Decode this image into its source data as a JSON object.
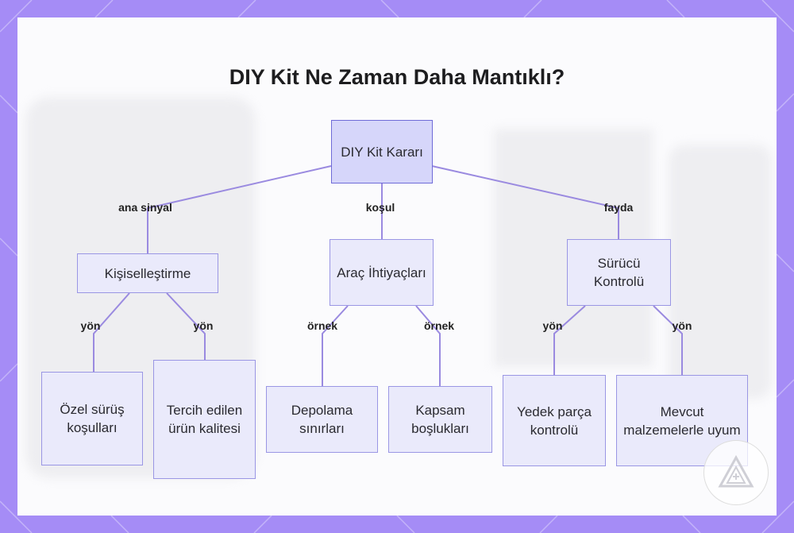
{
  "title": "DIY Kit Ne Zaman Daha Mantıklı?",
  "colors": {
    "frame": "#a58cf6",
    "node_fill": "#eaeafb",
    "node_border": "#9a96e4",
    "root_fill": "#d6d6fa",
    "edge": "#9a8ae0"
  },
  "nodes": {
    "root": "DIY Kit Kararı",
    "personalization": "Kişiselleştirme",
    "vehicle_needs": "Araç İhtiyaçları",
    "driver_control": "Sürücü Kontrolü",
    "special_conditions": "Özel sürüş koşulları",
    "product_quality": "Tercih edilen ürün kalitesi",
    "storage_limits": "Depolama sınırları",
    "coverage_gaps": "Kapsam boşlukları",
    "spare_parts": "Yedek parça kontrolü",
    "existing_materials": "Mevcut malzemelerle uyum"
  },
  "edge_labels": {
    "main_signal": "ana sinyal",
    "condition": "koşul",
    "benefit": "fayda",
    "direction_1": "yön",
    "direction_2": "yön",
    "example_1": "örnek",
    "example_2": "örnek",
    "direction_3": "yön",
    "direction_4": "yön"
  },
  "watermark_icon": "warning-triangle-logo-icon"
}
